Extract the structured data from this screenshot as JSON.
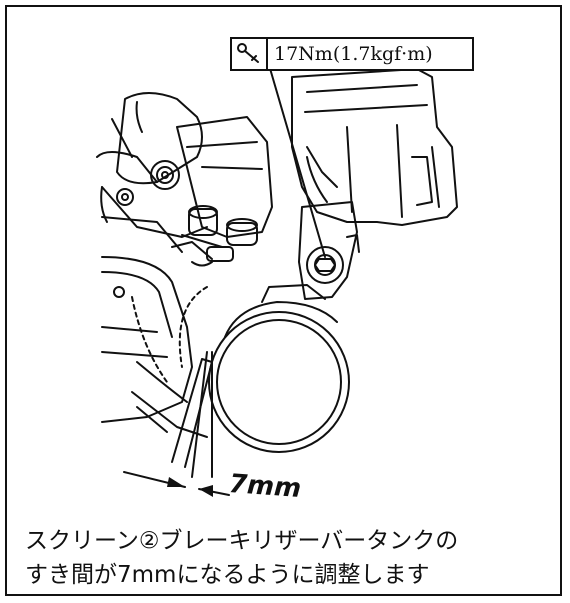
{
  "torque_spec": {
    "icon": "torque-wrench-icon",
    "value": "17Nm(1.7kgf·m)"
  },
  "dimension": {
    "label": "7mm"
  },
  "caption": {
    "line1": "スクリーン②ブレーキリザーバータンクの",
    "line2": "すき間が7mmになるように調整します"
  }
}
